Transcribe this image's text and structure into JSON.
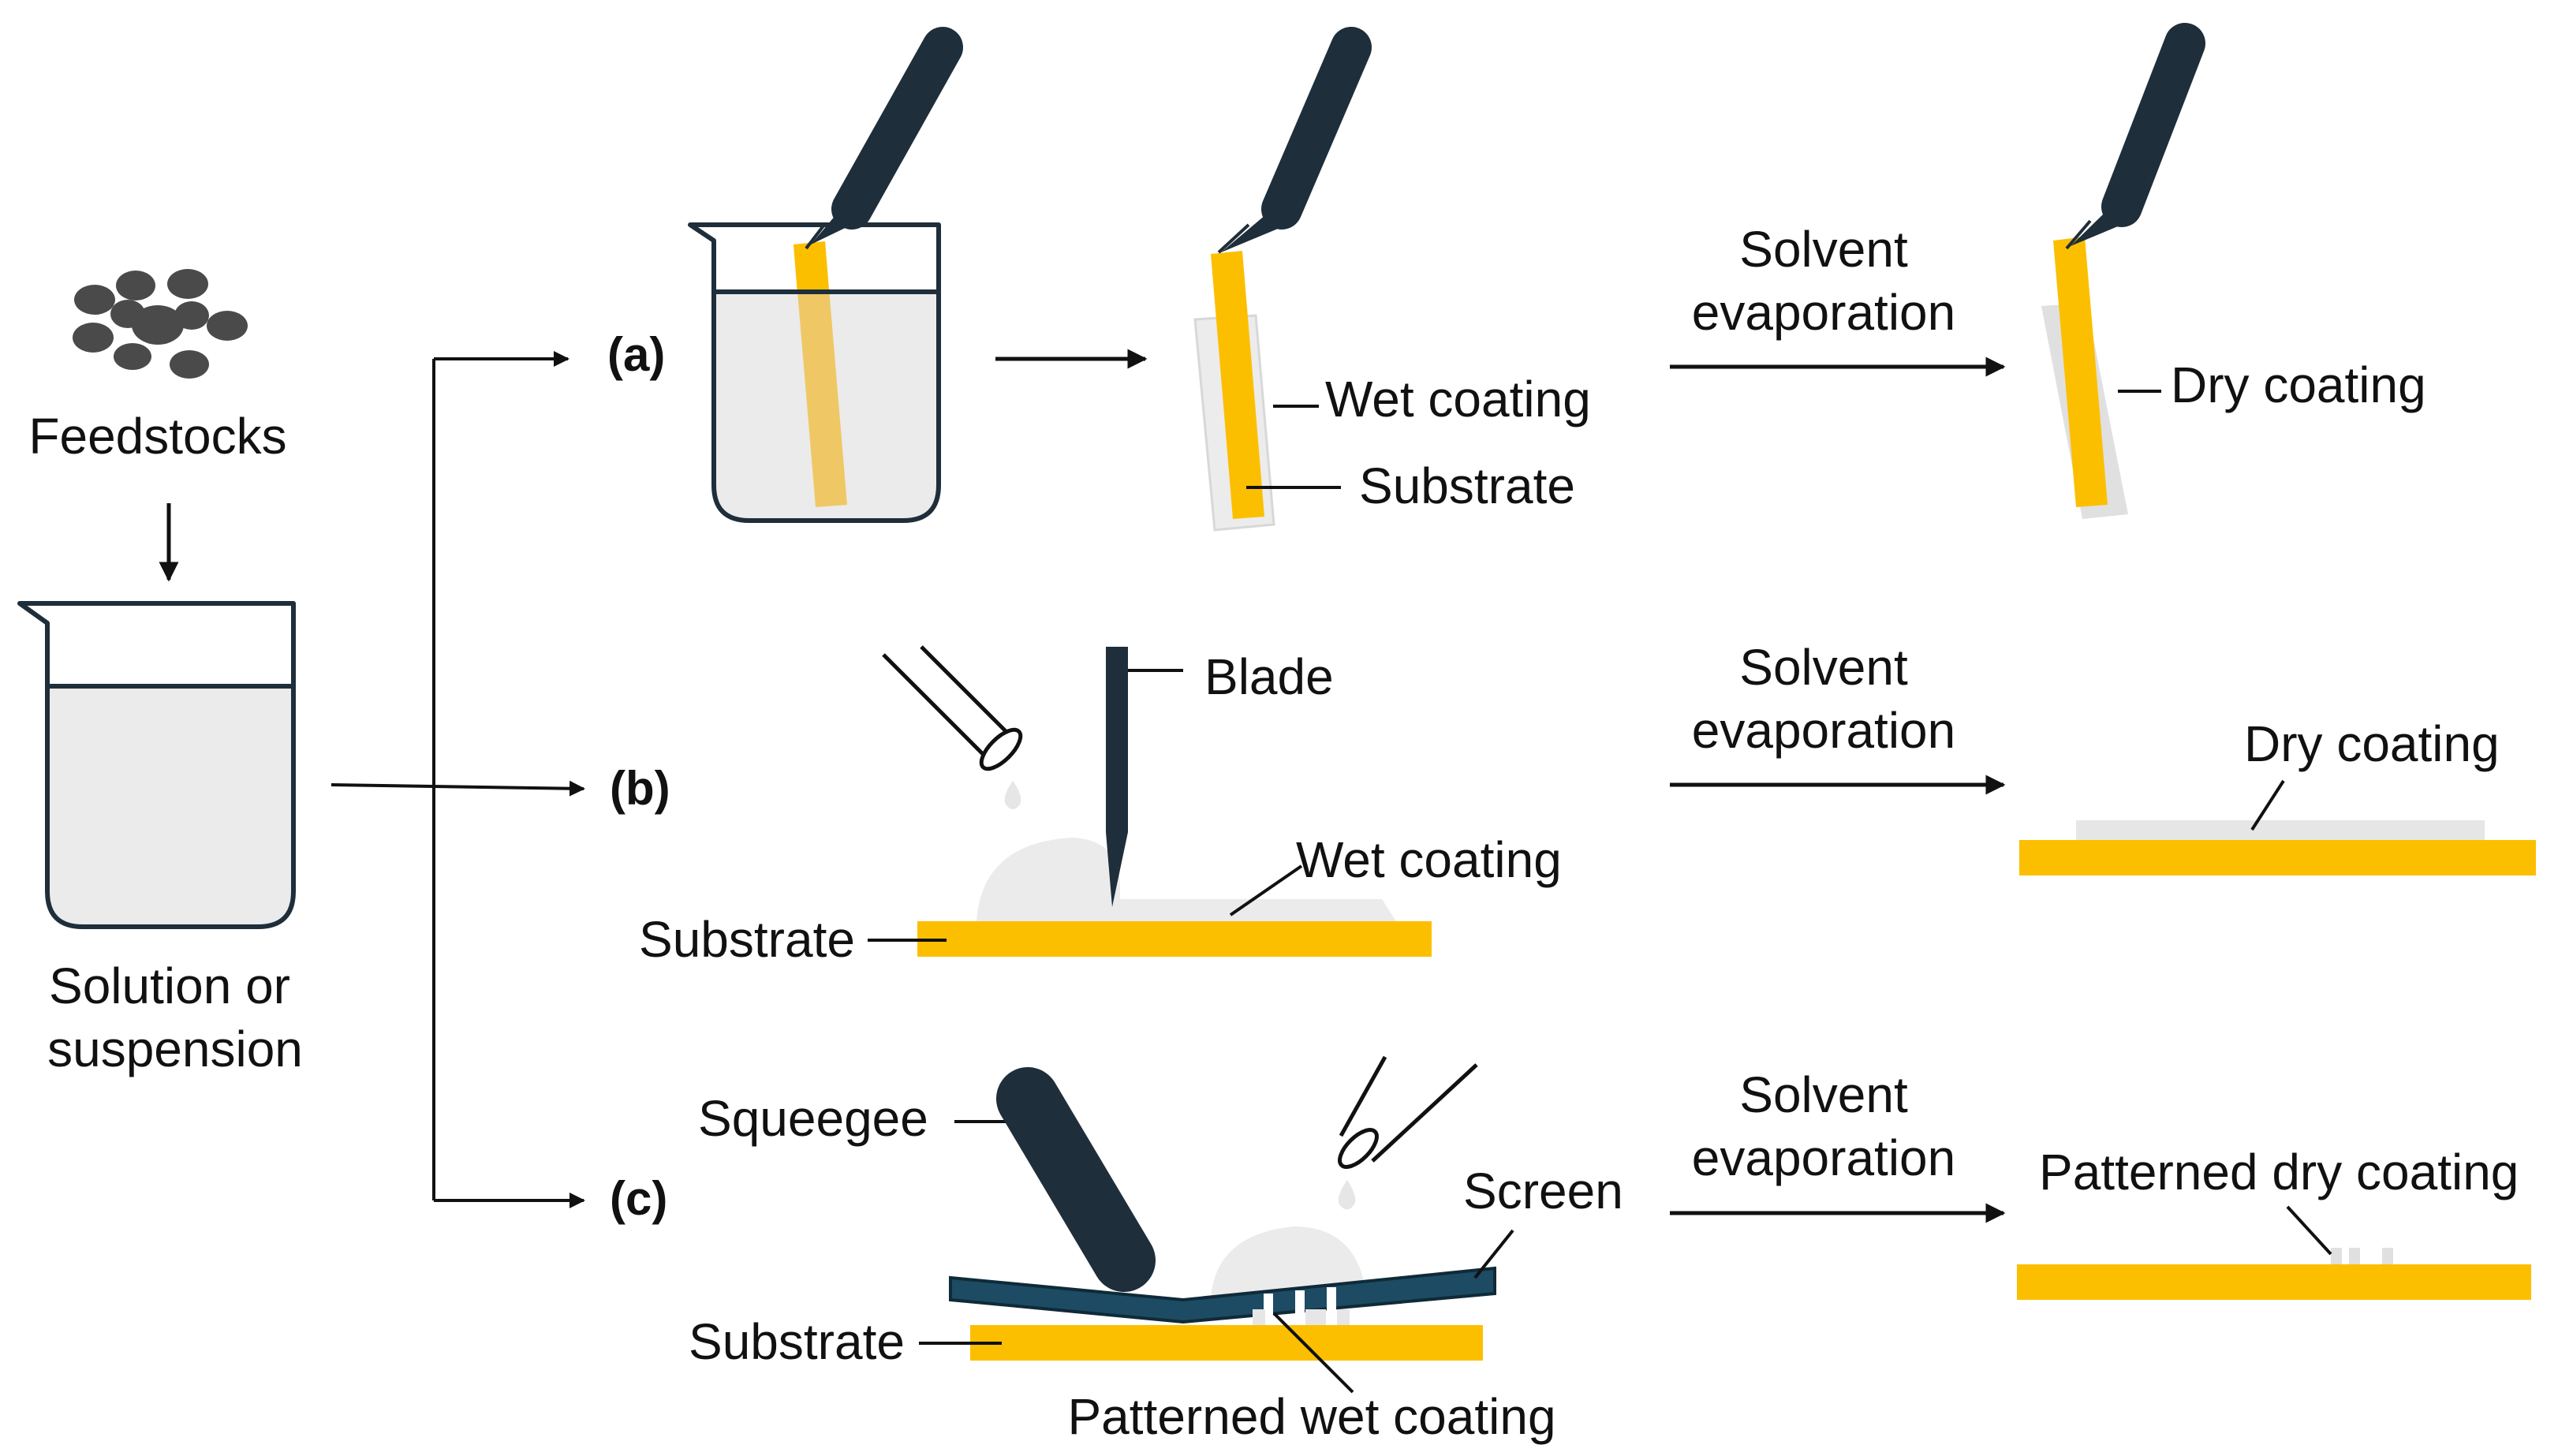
{
  "labels": {
    "feedstocks": "Feedstocks",
    "solution_line1": "Solution or",
    "solution_line2": "suspension",
    "step_a": "(a)",
    "step_b": "(b)",
    "step_c": "(c)",
    "evap_line1": "Solvent",
    "evap_line2": "evaporation",
    "wet_coating": "Wet coating",
    "substrate": "Substrate",
    "dry_coating": "Dry coating",
    "blade": "Blade",
    "squeegee": "Squeegee",
    "screen": "Screen",
    "patterned_wet_coating": "Patterned wet coating",
    "patterned_dry_coating": "Patterned dry coating"
  },
  "colors": {
    "substrate": "#fcbf00",
    "liquid": "#ebebeb",
    "dark": "#1e2e3a",
    "screen": "#1d4b63",
    "coating": "#e6e6e6"
  }
}
